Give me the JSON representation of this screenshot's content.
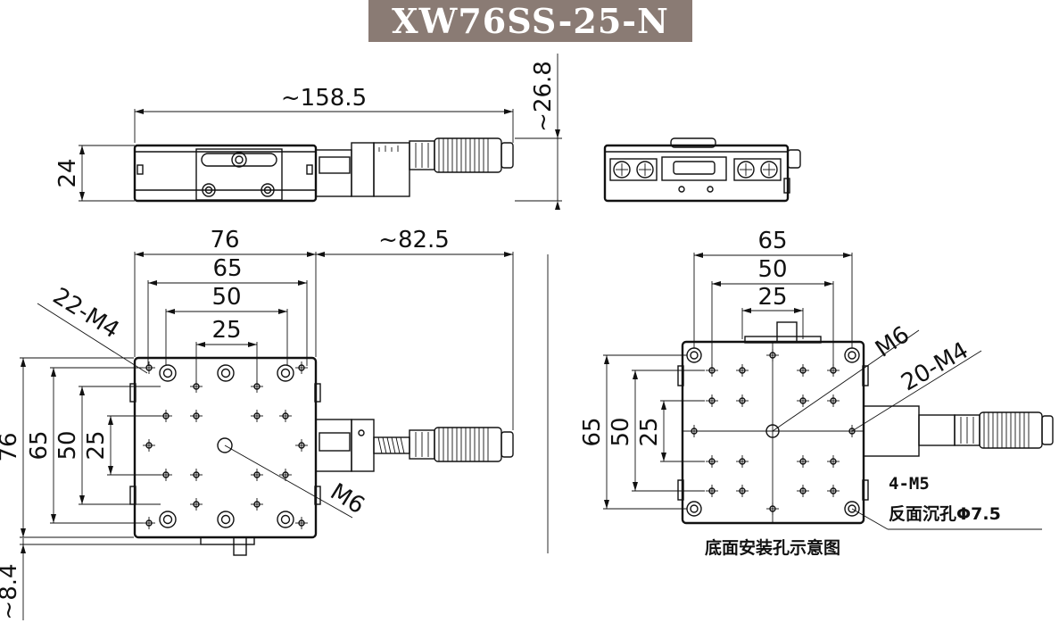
{
  "title": "XW76SS-25-N",
  "top_view": {
    "width_label": "~158.5",
    "height_label": "24",
    "total_height_label": "~26.8"
  },
  "plan_view": {
    "width_76": "76",
    "width_65": "65",
    "width_50": "50",
    "width_25": "25",
    "reach_label": "~82.5",
    "height_76": "76",
    "height_65": "65",
    "height_50": "50",
    "height_25": "25",
    "holes_label": "22-M4",
    "center_label": "M6",
    "offset_label": "~8.4"
  },
  "bottom_view": {
    "width_65": "65",
    "width_50": "50",
    "width_25": "25",
    "height_65": "65",
    "height_50": "50",
    "height_25": "25",
    "center_label": "M6",
    "holes_label": "20-M4",
    "mount_label": "4-M5",
    "counterbore_label": "反面沉孔Φ7.5",
    "caption": "底面安装孔示意图"
  }
}
